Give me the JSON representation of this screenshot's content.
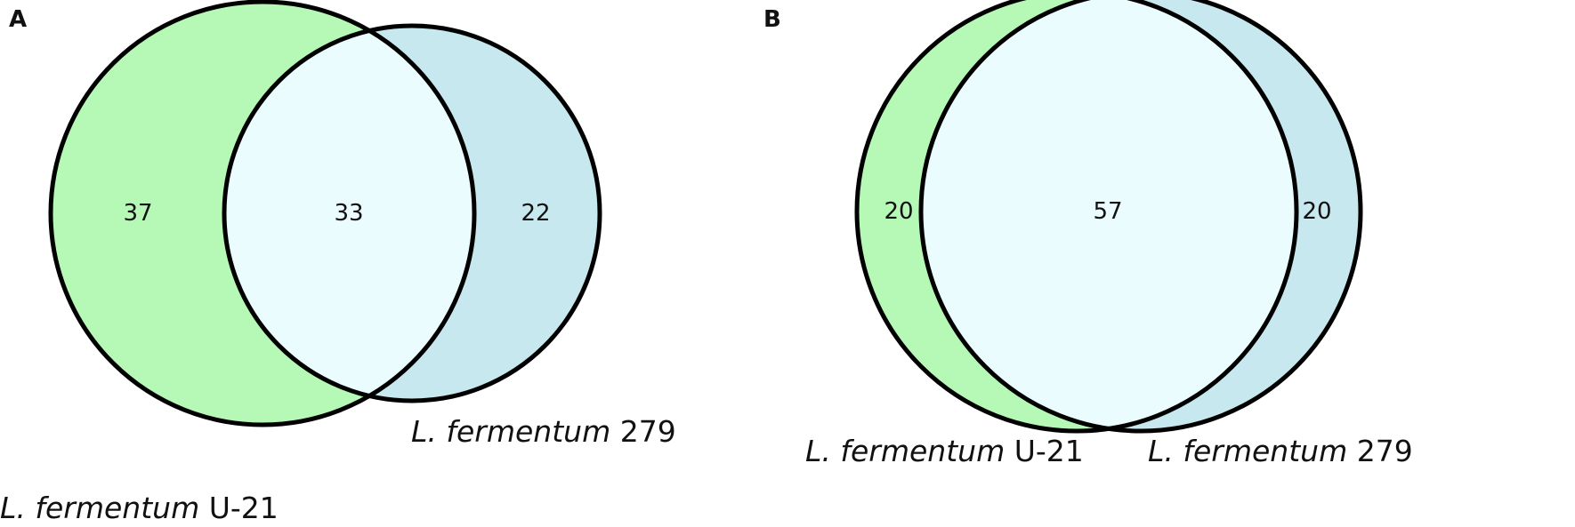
{
  "colors": {
    "set_a_only": "#b6f9b6",
    "set_b_only": "#c7e8ee",
    "intersection": "#eafcfd",
    "outline": "#000000"
  },
  "panels": [
    {
      "letter": "A",
      "set_a": {
        "name_italic": "L. fermentum",
        "name_strain": "U-21",
        "only_count": "37"
      },
      "set_b": {
        "name_italic": "L. fermentum",
        "name_strain": "279",
        "only_count": "22"
      },
      "intersection_count": "33"
    },
    {
      "letter": "B",
      "set_a": {
        "name_italic": "L. fermentum",
        "name_strain": "U-21",
        "only_count": "20"
      },
      "set_b": {
        "name_italic": "L. fermentum",
        "name_strain": "279",
        "only_count": "20"
      },
      "intersection_count": "57"
    }
  ]
}
